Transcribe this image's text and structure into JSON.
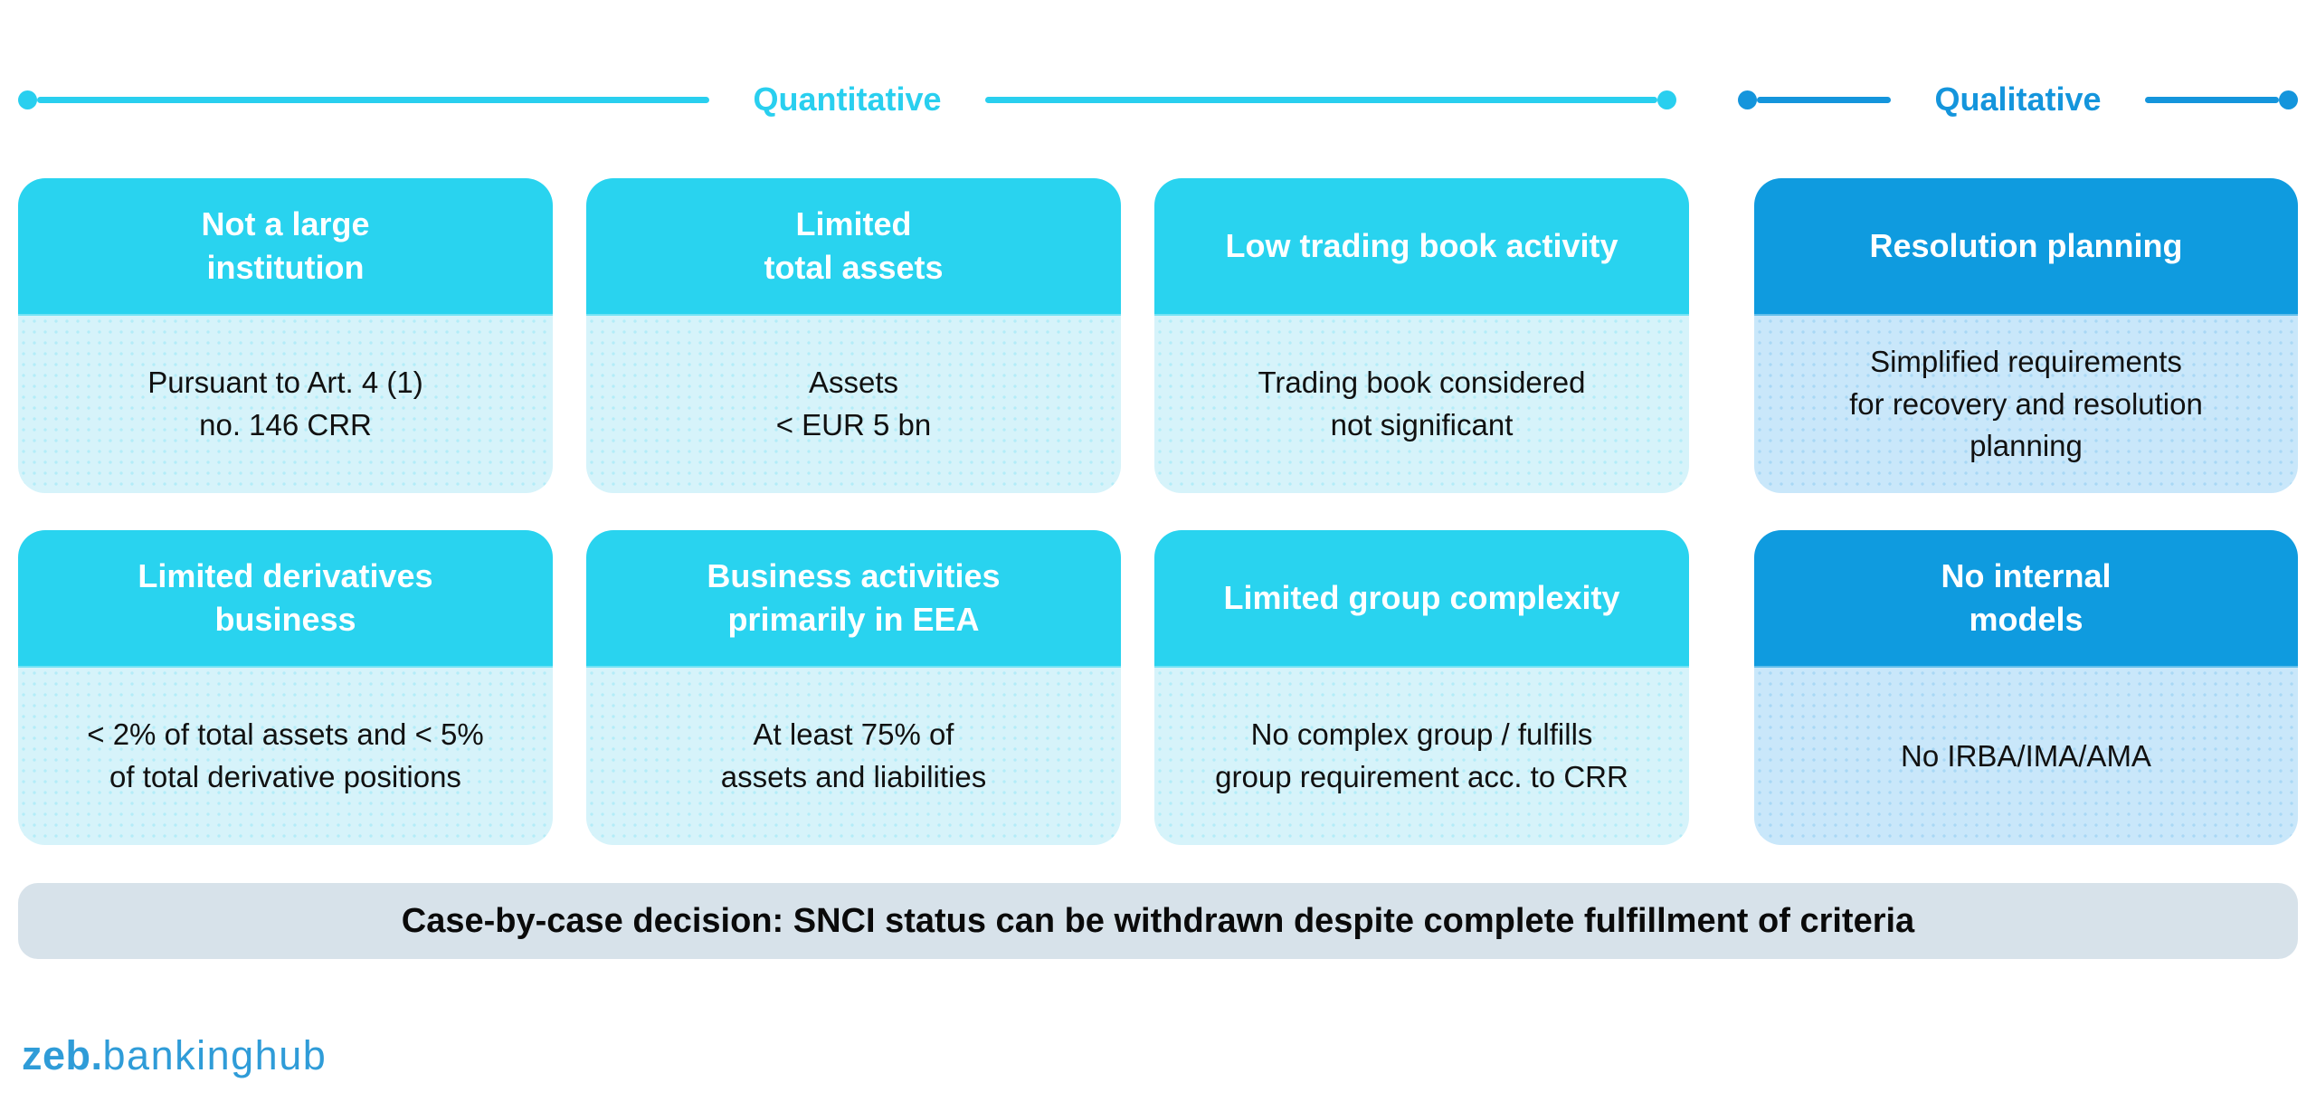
{
  "brackets": {
    "quantitative": {
      "label": "Quantitative",
      "color": "#29CFEF"
    },
    "qualitative": {
      "label": "Qualitative",
      "color": "#1495DC"
    }
  },
  "cards": {
    "rows": [
      [
        {
          "title": "Not a large\ninstitution",
          "body": "Pursuant to Art. 4 (1)\nno. 146 CRR",
          "group": "quantitative"
        },
        {
          "title": "Limited\ntotal assets",
          "body": "Assets\n< EUR 5 bn",
          "group": "quantitative"
        },
        {
          "title": "Low trading book activity",
          "body": "Trading book considered\nnot significant",
          "group": "quantitative"
        },
        {
          "title": "Resolution planning",
          "body": "Simplified requirements\nfor recovery and resolution\nplanning",
          "group": "qualitative"
        }
      ],
      [
        {
          "title": "Limited derivatives\nbusiness",
          "body": "< 2% of total assets and < 5%\nof total derivative positions",
          "group": "quantitative"
        },
        {
          "title": "Business activities\nprimarily in EEA",
          "body": "At least 75% of\nassets and liabilities",
          "group": "quantitative"
        },
        {
          "title": "Limited group complexity",
          "body": "No complex group / fulfills\ngroup requirement acc. to CRR",
          "group": "quantitative"
        },
        {
          "title": "No internal\nmodels",
          "body": "No IRBA/IMA/AMA",
          "group": "qualitative"
        }
      ]
    ]
  },
  "colors": {
    "quantitative_header": "#29D3EF",
    "quantitative_body_bg": "#D6F3FA",
    "qualitative_header": "#0F9BDF",
    "qualitative_body_bg": "#C9E7FA",
    "decision_bar_bg": "#D7E2EA",
    "logo_blue": "#2F9CD8"
  },
  "decision_bar": {
    "text": "Case-by-case decision: SNCI status can be withdrawn despite complete fulfillment of criteria"
  },
  "logo": {
    "bold": "zeb.",
    "regular": "bankinghub"
  }
}
